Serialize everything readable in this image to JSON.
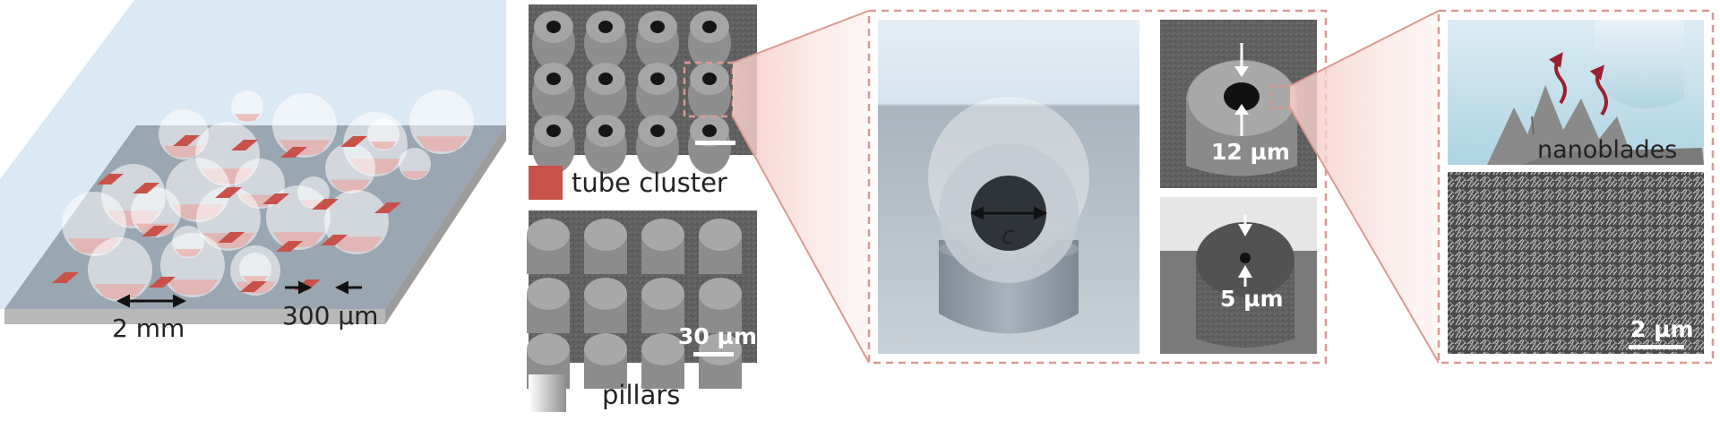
{
  "colors": {
    "tube_cluster": "#c8514a",
    "dashed_outline": "#d99a92",
    "water": "#dbe9f4",
    "substrate_top": "#8e9aa6",
    "sem_gray": "#6f6f6f",
    "accent_arrow": "#9a2030"
  },
  "legend": {
    "tube_cluster": "tube cluster",
    "pillars": "pillars"
  },
  "substrate": {
    "spacing_label": "2 mm",
    "cluster_size_label": "300 µm"
  },
  "sem": {
    "scale_30": "30 µm",
    "inner_12": "12 µm",
    "inner_5": "5 µm",
    "scale_2": "2 µm"
  },
  "tube_model": {
    "diameter_symbol": "c"
  },
  "nano": {
    "label": "nanoblades"
  },
  "icons": {
    "double_arrow": "double-arrow-icon",
    "inward_arrows": "inward-arrows-icon",
    "wavy_arrow": "wavy-arrow-icon"
  }
}
